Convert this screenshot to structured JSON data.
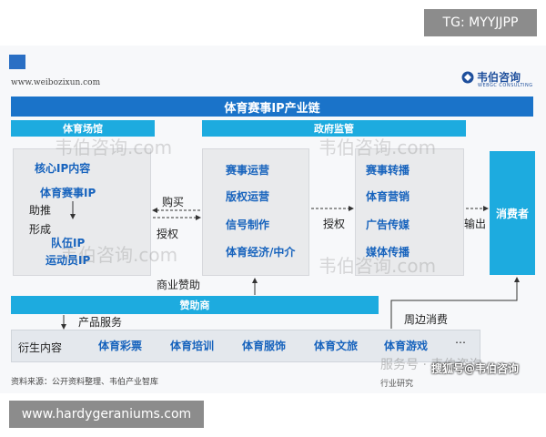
{
  "overlay": {
    "top_tag": "TG: MYYJJPP",
    "bottom_tag": "www.hardygeraniums.com"
  },
  "header": {
    "url": "www.weibozixun.com",
    "brand_name": "韦伯咨询",
    "brand_sub": "WEBGC CONSULTING",
    "title": "体育赛事IP产业链"
  },
  "sections": {
    "venue": "体育场馆",
    "government": "政府监管"
  },
  "left_panel": {
    "core_ip": "核心IP内容",
    "event_ip": "体育赛事IP",
    "boost": "助推",
    "form": "形成",
    "team_ip": "队伍IP",
    "athlete_ip": "运动员IP"
  },
  "middle_panel": {
    "items": [
      "赛事运营",
      "版权运营",
      "信号制作",
      "体育经济/中介"
    ]
  },
  "right_panel": {
    "items": [
      "赛事转播",
      "体育营销",
      "广告传媒",
      "媒体传播"
    ]
  },
  "flows": {
    "buy": "购买",
    "authorize_left": "授权",
    "authorize_right": "授权",
    "output": "输出",
    "commercial_sponsor": "商业赞助",
    "product_service": "产品服务",
    "peripheral_consumption": "周边消费"
  },
  "consumer": "消费者",
  "sponsor": "赞助商",
  "derivatives": {
    "label": "衍生内容",
    "items": [
      "体育彩票",
      "体育培训",
      "体育服饰",
      "体育文旅",
      "体育游戏"
    ],
    "ellipsis": "…"
  },
  "footer": {
    "source": "资料来源：公开资料整理、韦伯产业智库",
    "source_right": "行业研究"
  },
  "watermarks": {
    "brand": "韦伯咨询.com",
    "fuwu": "服务号 · 韦伯咨询",
    "sohu": "搜狐号@韦伯咨询"
  },
  "colors": {
    "title_blue": "#1a73c9",
    "section_cyan": "#1dabdf",
    "item_blue": "#1763bd",
    "panel_gray": "#e9eaec"
  }
}
